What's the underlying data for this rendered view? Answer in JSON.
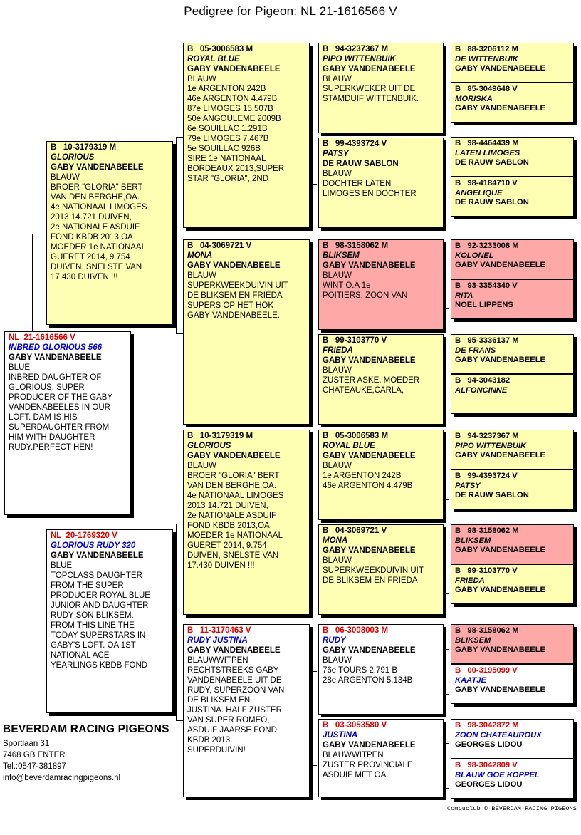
{
  "title": "Pedigree for Pigeon: NL  21-1616566 V",
  "subject": {
    "ring": "NL  21-1616566 V",
    "ring_color": "#e00000",
    "name": "INBRED GLORIOUS 566",
    "name_color": "#0000d0",
    "breeder": "GABY VANDENABEELE",
    "notes": [
      "BLUE",
      "INBRED DAUGHTER OF",
      "GLORIOUS, SUPER",
      "PRODUCER OF THE GABY",
      "VANDENABEELES IN OUR",
      "LOFT. DAM IS HIS",
      "SUPERDAUGHTER FROM",
      "HIM WITH DAUGHTER",
      "RUDY.PERFECT HEN!"
    ]
  },
  "gen1": [
    {
      "ring": "B   10-3179319 M",
      "name": "GLORIOUS",
      "breeder": "GABY VANDENABEELE",
      "notes": [
        "BLAUW",
        "BROER \"GLORIA\" BERT",
        "VAN DEN BERGHE,OA.",
        "4e NATIONAAL LIMOGES",
        "2013 14.721 DUIVEN,",
        "2e NATIONALE ASDUIF",
        "FOND KBDB 2013,OA",
        "MOEDER 1e NATIONAAL",
        "GUERET 2014, 9.754",
        "DUIVEN, SNELSTE VAN",
        "17.430 DUIVEN !!!"
      ],
      "bg": "yellow"
    },
    {
      "ring": "NL  20-1769320 V",
      "ring_red": true,
      "name": "GLORIOUS RUDY 320",
      "name_blue": true,
      "breeder": "GABY VANDENABEELE",
      "notes": [
        "BLUE",
        "TOPCLASS DAUGHTER",
        "FROM THE SUPER",
        "PRODUCER ROYAL BLUE",
        "JUNIOR AND DAUGHTER",
        "RUDY SON BLIKSEM.",
        "FROM THIS LINE THE",
        "TODAY SUPERSTARS IN",
        "GABY'S LOFT. OA 1ST",
        "NATIONAL ACE",
        "YEARLINGS KBDB FOND"
      ],
      "bg": "white"
    }
  ],
  "gen2": [
    {
      "ring": "B   05-3006583 M",
      "name": "ROYAL BLUE",
      "breeder": "GABY VANDENABEELE",
      "notes": [
        "BLAUW",
        "1e ARGENTON 242B",
        "46e ARGENTON 4.479B",
        "87e LIMOGES 15.507B",
        "50e ANGOULEME 2009B",
        "6e SOUILLAC 1.291B",
        "79e LIMOGES 7.467B",
        "5e SOUILLAC 926B",
        "SIRE 1e NATIONAAL",
        "BORDEAUX 2013,SUPER",
        "STAR \"GLORIA\", 2ND"
      ],
      "bg": "yellow"
    },
    {
      "ring": "B   04-3069721 V",
      "name": "MONA",
      "breeder": "GABY VANDENABEELE",
      "notes": [
        "BLAUW",
        "SUPERKWEEKDUIVIN UIT",
        "DE BLIKSEM EN FRIEDA",
        "SUPERS OP HET HOK",
        "GABY VANDENABEELE."
      ],
      "bg": "yellow"
    },
    {
      "ring": "B   10-3179319 M",
      "name": "GLORIOUS",
      "breeder": "GABY VANDENABEELE",
      "notes": [
        "BLAUW",
        "BROER \"GLORIA\" BERT",
        "VAN DEN BERGHE,OA.",
        "4e NATIONAAL LIMOGES",
        "2013 14.721 DUIVEN,",
        "2e NATIONALE ASDUIF",
        "FOND KBDB 2013,OA",
        "MOEDER 1e NATIONAAL",
        "GUERET 2014, 9.754",
        "DUIVEN, SNELSTE VAN",
        "17.430 DUIVEN !!!"
      ],
      "bg": "yellow"
    },
    {
      "ring": "B   11-3170463 V",
      "ring_red": true,
      "name": "RUDY JUSTINA",
      "name_blue": true,
      "breeder": "GABY VANDENABEELE",
      "notes": [
        "BLAUWWITPEN",
        "RECHTSTREEKS GABY",
        "VANDENABEELE UIT DE",
        "RUDY, SUPERZOON VAN",
        "DE BLIKSEM EN",
        "JUSTINA. HALF ZUSTER",
        "VAN SUPER ROMEO,",
        "ASDUIF JAARSE FOND",
        "KBDB 2013.",
        "SUPERDUIVIN!"
      ],
      "bg": "white"
    }
  ],
  "gen3": [
    {
      "ring": "B   94-3237367 M",
      "name": "PIPO WITTENBUIK",
      "breeder": "GABY VANDENABEELE",
      "notes": [
        "BLAUW",
        "SUPERKWEKER UIT DE",
        "STAMDUIF WITTENBUIK."
      ],
      "bg": "yellow"
    },
    {
      "ring": "B   99-4393724 V",
      "name": "PATSY",
      "breeder": "DE RAUW SABLON",
      "notes": [
        "BLAUW",
        "DOCHTER LATEN",
        "LIMOGES EN DOCHTER"
      ],
      "bg": "yellow"
    },
    {
      "ring": "B   98-3158062 M",
      "name": "BLIKSEM",
      "breeder": "GABY VANDENABEELE",
      "notes": [
        "BLAUW",
        "WINT O.A 1e",
        "POITIERS, ZOON VAN"
      ],
      "bg": "pink"
    },
    {
      "ring": "B   99-3103770 V",
      "name": "FRIEDA",
      "breeder": "GABY VANDENABEELE",
      "notes": [
        "BLAUW",
        "ZUSTER ASKE, MOEDER",
        "CHATEAUKE,CARLA,"
      ],
      "bg": "yellow"
    },
    {
      "ring": "B   05-3006583 M",
      "name": "ROYAL BLUE",
      "breeder": "GABY VANDENABEELE",
      "notes": [
        "BLAUW",
        "1e ARGENTON 242B",
        "46e ARGENTON 4.479B"
      ],
      "bg": "yellow"
    },
    {
      "ring": "B   04-3069721 V",
      "name": "MONA",
      "breeder": "GABY VANDENABEELE",
      "notes": [
        "BLAUW",
        "SUPERKWEEKDUIVIN UIT",
        "DE BLIKSEM EN FRIEDA"
      ],
      "bg": "yellow"
    },
    {
      "ring": "B   06-3008003 M",
      "ring_red": true,
      "name": "RUDY",
      "name_blue": true,
      "breeder": "GABY VANDENABEELE",
      "notes": [
        "BLAUW",
        "76e TOURS 2.791 B",
        "28e ARGENTON 5.134B"
      ],
      "bg": "white"
    },
    {
      "ring": "B   03-3053580 V",
      "ring_red": true,
      "name": "JUSTINA",
      "name_blue": true,
      "breeder": "GABY VANDENABEELE",
      "notes": [
        "BLAUWWITPEN",
        "ZUSTER PROVINCIALE",
        "ASDUIF MET OA."
      ],
      "bg": "white"
    }
  ],
  "gen4": [
    {
      "ring": "B   88-3206112 M",
      "name": "DE WITTENBUIK",
      "breeder": "GABY VANDENABEELE",
      "bg": "yellow"
    },
    {
      "ring": "B   85-3049648 V",
      "name": "MORISKA",
      "breeder": "GABY VANDENABEELE",
      "bg": "yellow"
    },
    {
      "ring": "B   98-4464439 M",
      "name": "LATEN LIMOGES",
      "breeder": "DE RAUW SABLON",
      "bg": "yellow"
    },
    {
      "ring": "B   98-4184710 V",
      "name": "ANGELIQUE",
      "breeder": "DE RAUW SABLON",
      "bg": "yellow"
    },
    {
      "ring": "B   92-3233008 M",
      "name": "KOLONEL",
      "breeder": "GABY VANDENABEELE",
      "bg": "pink"
    },
    {
      "ring": "B   93-3354340 V",
      "name": "RITA",
      "breeder": "NOEL LIPPENS",
      "bg": "pink"
    },
    {
      "ring": "B   95-3336137 M",
      "name": "DE FRANS",
      "breeder": "GABY VANDENABEELE",
      "bg": "yellow"
    },
    {
      "ring": "B   94-3043182",
      "name": "ALFONCINNE",
      "breeder": "",
      "bg": "yellow"
    },
    {
      "ring": "B   94-3237367 M",
      "name": "PIPO WITTENBUIK",
      "breeder": "GABY VANDENABEELE",
      "bg": "yellow"
    },
    {
      "ring": "B   99-4393724 V",
      "name": "PATSY",
      "breeder": "DE RAUW SABLON",
      "bg": "yellow"
    },
    {
      "ring": "B   98-3158062 M",
      "name": "BLIKSEM",
      "breeder": "GABY VANDENABEELE",
      "bg": "pink"
    },
    {
      "ring": "B   99-3103770 V",
      "name": "FRIEDA",
      "breeder": "GABY VANDENABEELE",
      "bg": "yellow"
    },
    {
      "ring": "B   98-3158062 M",
      "name": "BLIKSEM",
      "breeder": "GABY VANDENABEELE",
      "bg": "pink"
    },
    {
      "ring": "B   00-3195099 V",
      "ring_red": true,
      "name": "KAATJE",
      "name_blue": true,
      "breeder": "GABY VANDENABEELE",
      "bg": "white"
    },
    {
      "ring": "B   98-3042872 M",
      "ring_red": true,
      "name": "ZOON CHATEAUROUX",
      "name_blue": true,
      "breeder": "GEORGES LIDOU",
      "bg": "white"
    },
    {
      "ring": "B   98-3042809 V",
      "ring_red": true,
      "name": "BLAUW GOE KOPPEL",
      "name_blue": true,
      "breeder": "GEORGES LIDOU",
      "bg": "white"
    }
  ],
  "loft": {
    "name": "BEVERDAM RACING PIGEONS",
    "street": "Sportlaan 31",
    "city": "7468 GB  ENTER",
    "phone": "Tel.:0547-381897",
    "email": "info@beverdamracingpigeons.nl"
  },
  "credit": "Compuclub © BEVERDAM RACING PIGEONS",
  "colors": {
    "card_yellow": "#ffffb3",
    "card_pink": "#ffa8a8",
    "card_white": "#ffffff",
    "ring_red": "#e00000",
    "name_blue": "#0000d0"
  }
}
